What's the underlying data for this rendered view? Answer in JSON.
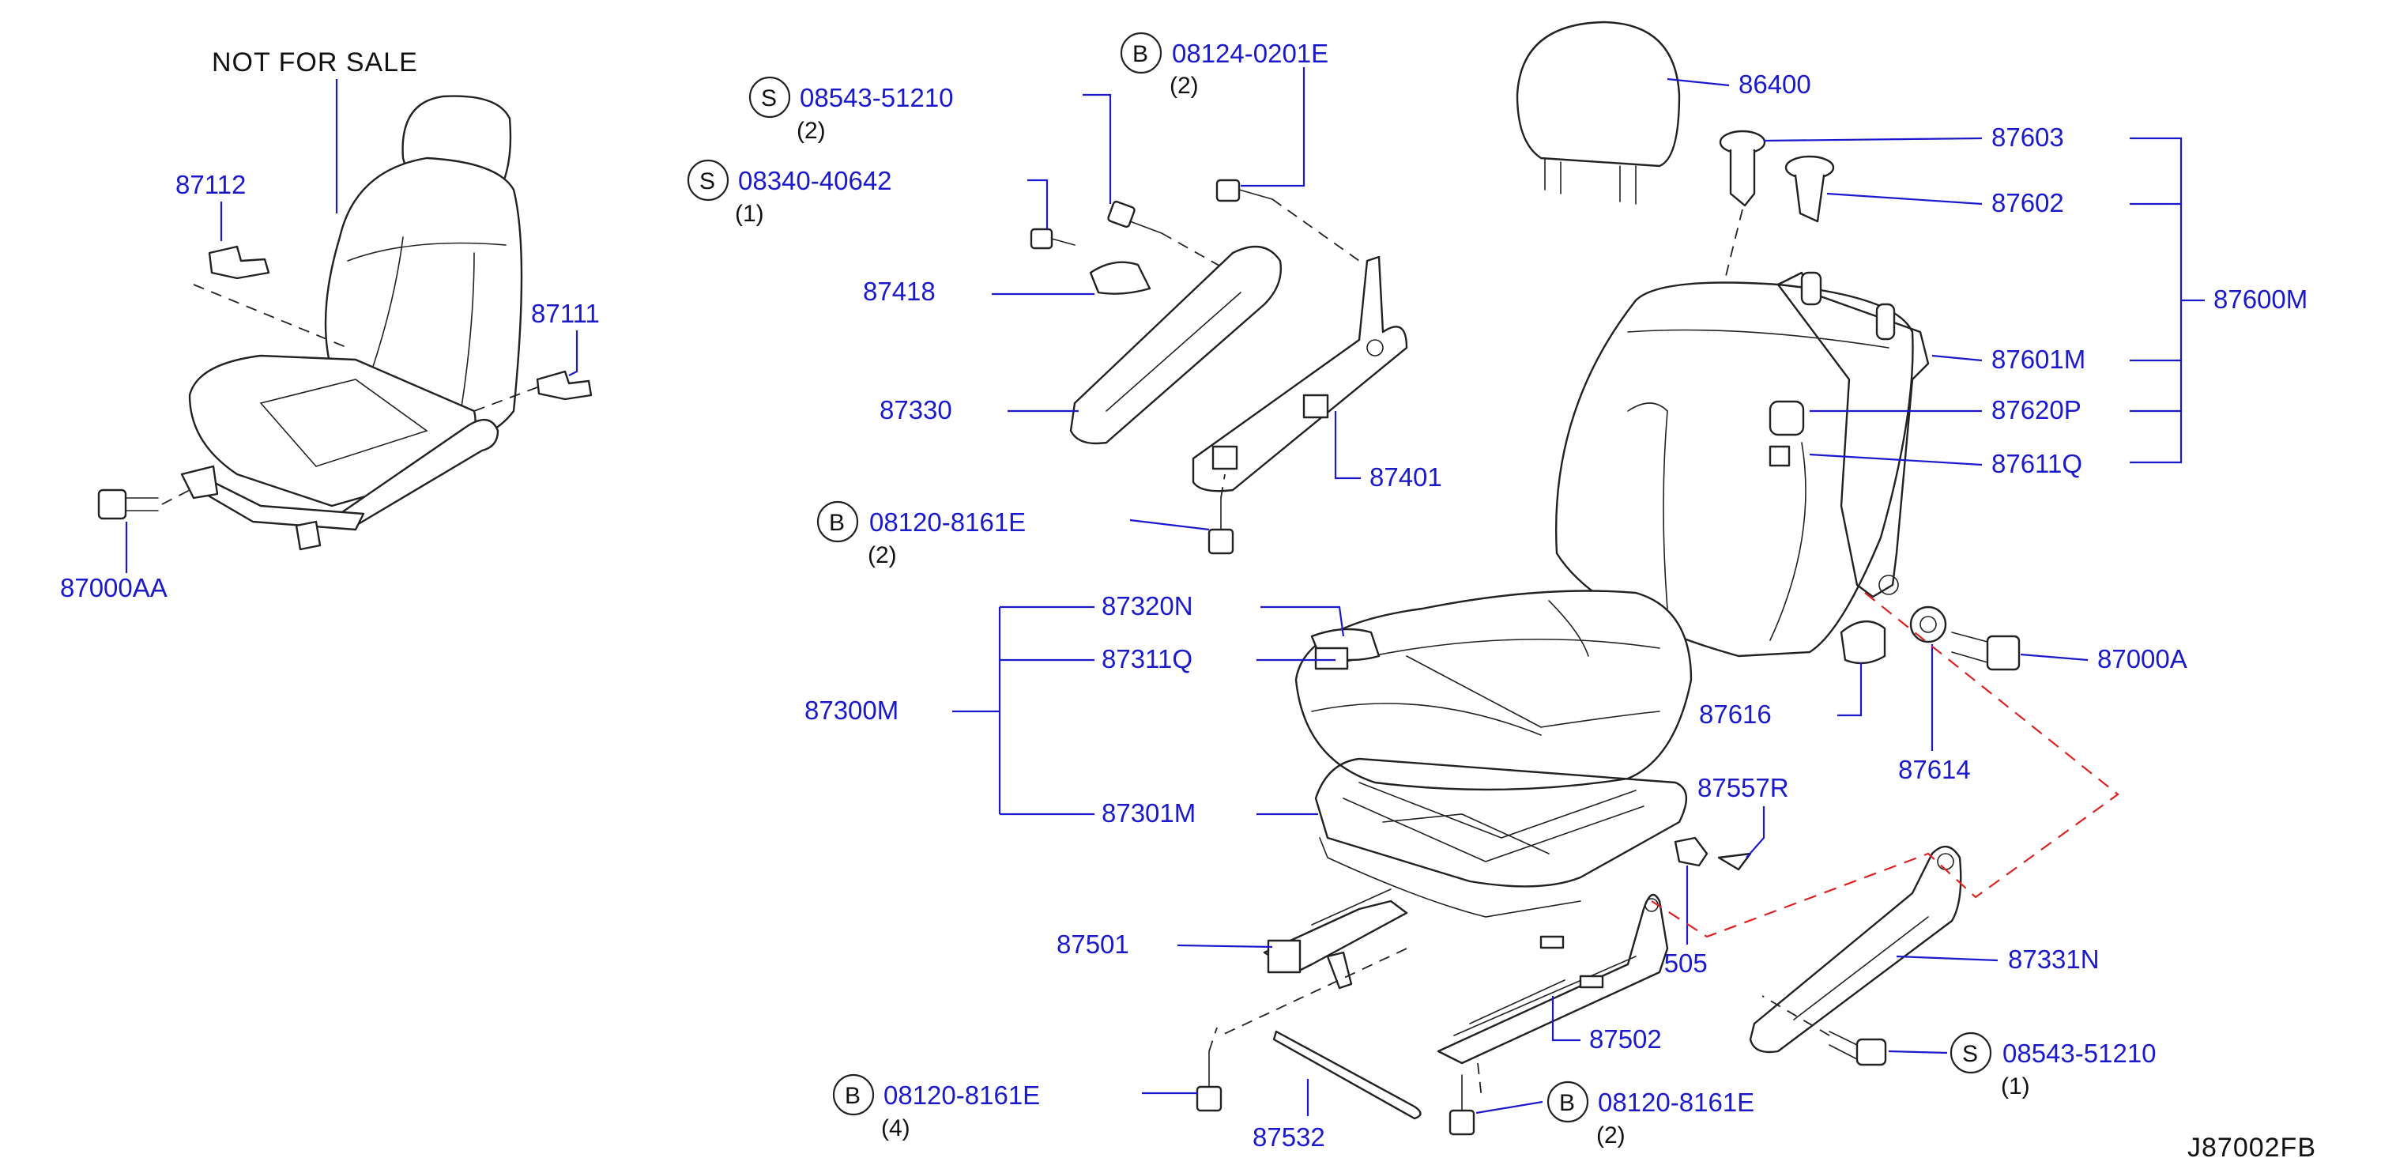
{
  "header": {
    "note": "NOT FOR SALE"
  },
  "diagram_code": "J87002FB",
  "parts": {
    "p87112": "87112",
    "p87111": "87111",
    "p87000AA": "87000AA",
    "p87418": "87418",
    "p87330": "87330",
    "p87401": "87401",
    "p86400": "86400",
    "p87603": "87603",
    "p87602": "87602",
    "p87600M": "87600M",
    "p87601M": "87601M",
    "p87620P": "87620P",
    "p87611Q": "87611Q",
    "p87000A": "87000A",
    "p87616": "87616",
    "p87614": "87614",
    "p87320N": "87320N",
    "p87311Q": "87311Q",
    "p87300M": "87300M",
    "p87301M": "87301M",
    "p87557R": "87557R",
    "p87501": "87501",
    "p87505": "87505",
    "p87331N": "87331N",
    "p87502": "87502",
    "p87532": "87532"
  },
  "fasteners": {
    "s1": {
      "symbol": "S",
      "number": "08543-51210",
      "qty": "(2)"
    },
    "s2": {
      "symbol": "S",
      "number": "08340-40642",
      "qty": "(1)"
    },
    "b1": {
      "symbol": "B",
      "number": "08124-0201E",
      "qty": "(2)"
    },
    "b2": {
      "symbol": "B",
      "number": "08120-8161E",
      "qty": "(2)"
    },
    "b3": {
      "symbol": "B",
      "number": "08120-8161E",
      "qty": "(4)"
    },
    "b4": {
      "symbol": "B",
      "number": "08120-8161E",
      "qty": "(2)"
    },
    "s3": {
      "symbol": "S",
      "number": "08543-51210",
      "qty": "(1)"
    }
  },
  "colors": {
    "part_number": "#1a1acc",
    "linework": "#222222",
    "red_dash": "#dd2222"
  }
}
